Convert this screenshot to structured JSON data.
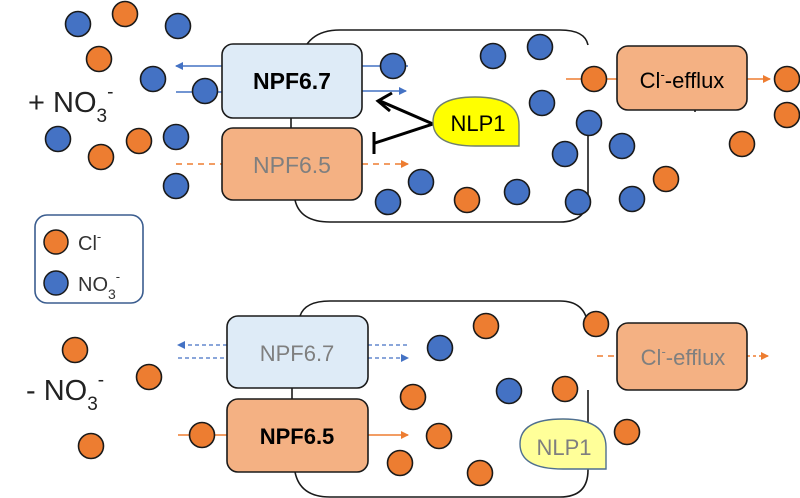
{
  "colors": {
    "chloride": "#ED7D31",
    "nitrate": "#4472C4",
    "npf67_fill": "#DEEBF7",
    "npf65_fill": "#F4B183",
    "efflux_fill": "#F4B183",
    "nlp1_active": "#FFFF00",
    "nlp1_inactive": "#FFFF99",
    "outline": "#1a1a1a",
    "active_text": "#000000",
    "inactive_text": "#7f7f7f",
    "legend_border": "#3b5d8f"
  },
  "legend": {
    "items": [
      {
        "ion": "chloride",
        "label": "Cl",
        "sup": "-"
      },
      {
        "ion": "nitrate",
        "label": "NO",
        "sub": "3",
        "sup": "-"
      }
    ]
  },
  "panels": [
    {
      "id": "plus-nitrate",
      "condition": {
        "sign": "+ ",
        "label": "NO",
        "sub": "3",
        "sup": "-"
      },
      "npf67": {
        "label": "NPF6.7",
        "active": true
      },
      "npf65": {
        "label": "NPF6.5",
        "active": false
      },
      "efflux": {
        "label_main": "Cl",
        "label_sup": "-",
        "label_rest": "-efflux",
        "active": true
      },
      "nlp1": {
        "label": "NLP1",
        "active": true,
        "activates": "NPF6.7",
        "inhibits": "NPF6.5"
      }
    },
    {
      "id": "minus-nitrate",
      "condition": {
        "sign": "- ",
        "label": "NO",
        "sub": "3",
        "sup": "-"
      },
      "npf67": {
        "label": "NPF6.7",
        "active": false
      },
      "npf65": {
        "label": "NPF6.5",
        "active": true
      },
      "efflux": {
        "label_main": "Cl",
        "label_sup": "-",
        "label_rest": "-efflux",
        "active": false
      },
      "nlp1": {
        "label": "NLP1",
        "active": false
      }
    }
  ]
}
